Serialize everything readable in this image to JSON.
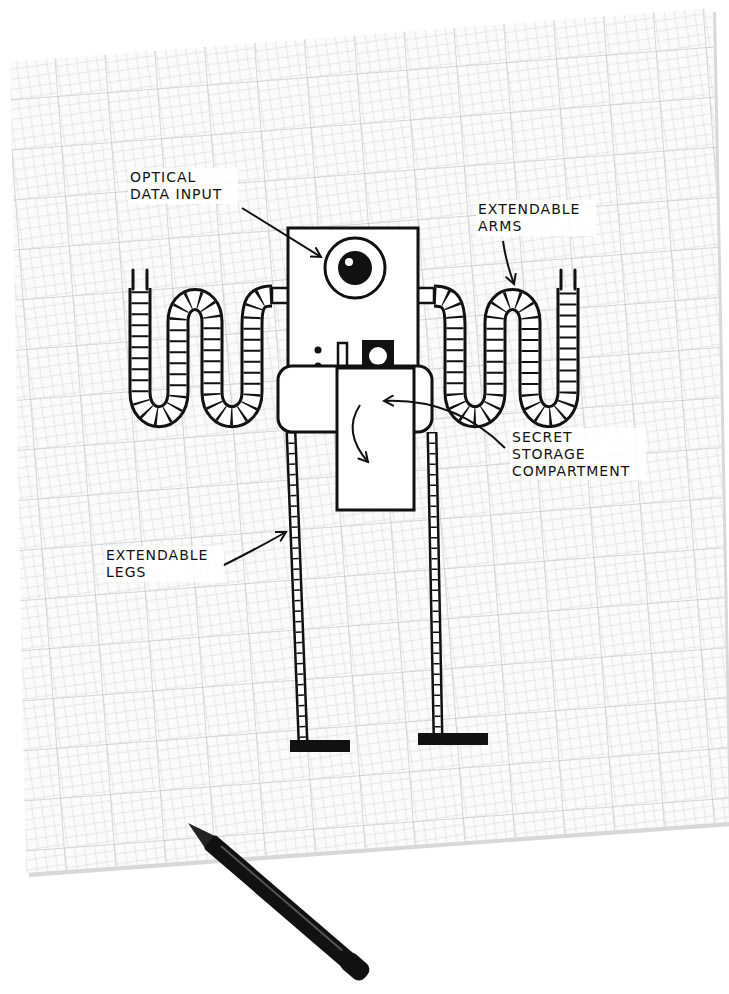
{
  "diagram": {
    "labels": [
      "OPTICAL DATA INPUT",
      "EXTENDABLE ARMS",
      "SECRET STORAGE COMPARTMENT",
      "EXTENDABLE LEGS"
    ]
  }
}
